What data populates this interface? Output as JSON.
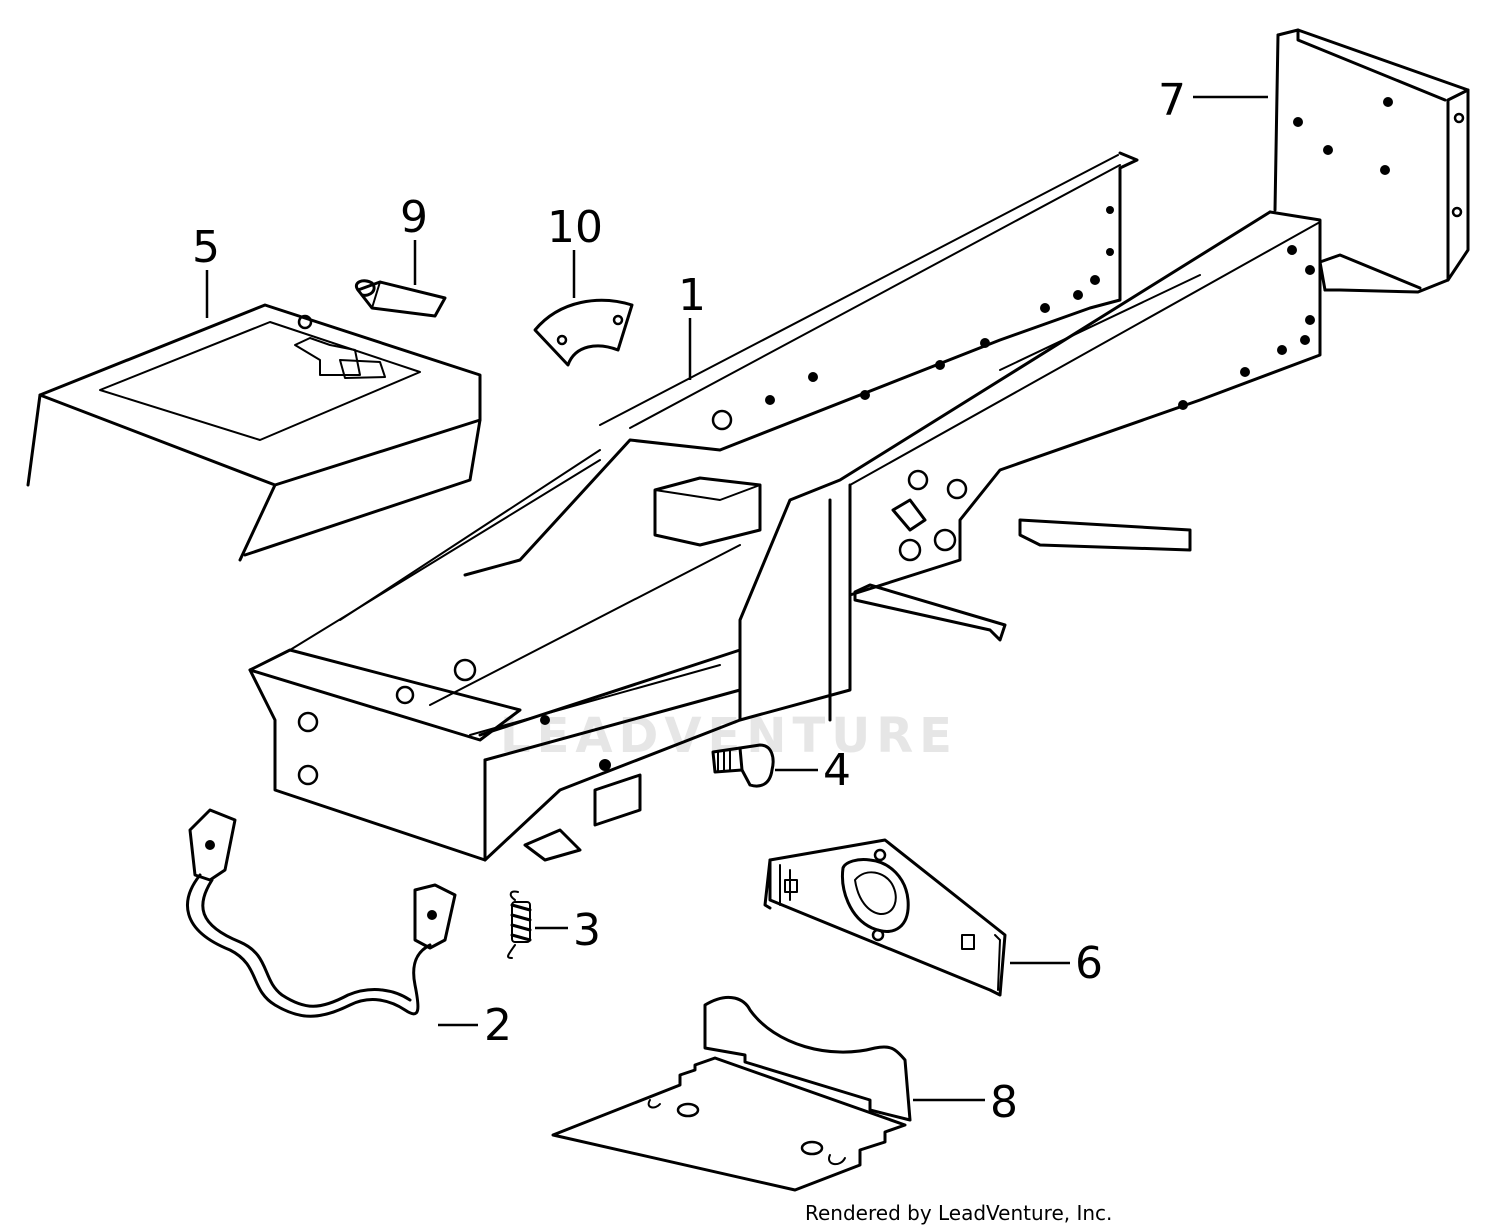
{
  "callouts": {
    "c1": "1",
    "c2": "2",
    "c3": "3",
    "c4": "4",
    "c5": "5",
    "c6": "6",
    "c7": "7",
    "c8": "8",
    "c9": "9",
    "c10": "10"
  },
  "watermark": "LEADVENTURE",
  "credit": "Rendered by LeadVenture, Inc."
}
